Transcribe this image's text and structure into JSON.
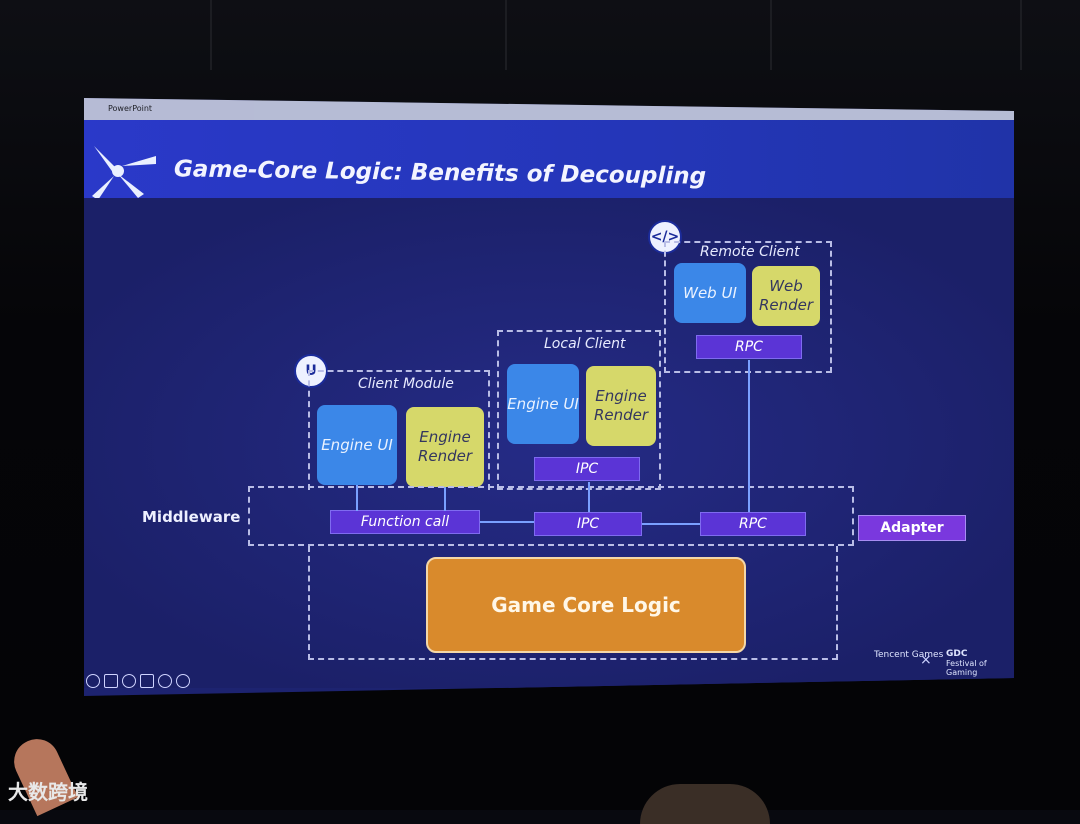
{
  "slide": {
    "app_menu": [
      "PowerPoint"
    ],
    "title": "Game-Core Logic: Benefits of Decoupling",
    "middleware_label": "Middleware",
    "adapter_label": "Adapter",
    "core_label": "Game Core Logic",
    "client_module": {
      "label": "Client Module",
      "icon": "unreal-engine-icon",
      "engine_ui": "Engine UI",
      "engine_render": "Engine Render",
      "function_call": "Function call"
    },
    "local_client": {
      "label": "Local Client",
      "engine_ui": "Engine UI",
      "engine_render": "Engine Render",
      "ipc_top": "IPC",
      "ipc_bottom": "IPC"
    },
    "remote_client": {
      "label": "Remote Client",
      "icon": "code-tag-icon",
      "web_ui": "Web UI",
      "web_render": "Web Render",
      "rpc_top": "RPC",
      "rpc_bottom": "RPC"
    },
    "footer": {
      "tencent": "Tencent Games",
      "gdc": "Festival of Gaming",
      "gdc_logo": "GDC",
      "separator": "×"
    }
  },
  "watermark": "大数跨境",
  "colors": {
    "slide_bg": "#1d2370",
    "header_bg": "#2a39c9",
    "engine_ui": "#3b87e8",
    "engine_render": "#d6d86a",
    "bar": "#5b34d6",
    "core": "#d98a2c",
    "adapter": "#7a38de"
  }
}
